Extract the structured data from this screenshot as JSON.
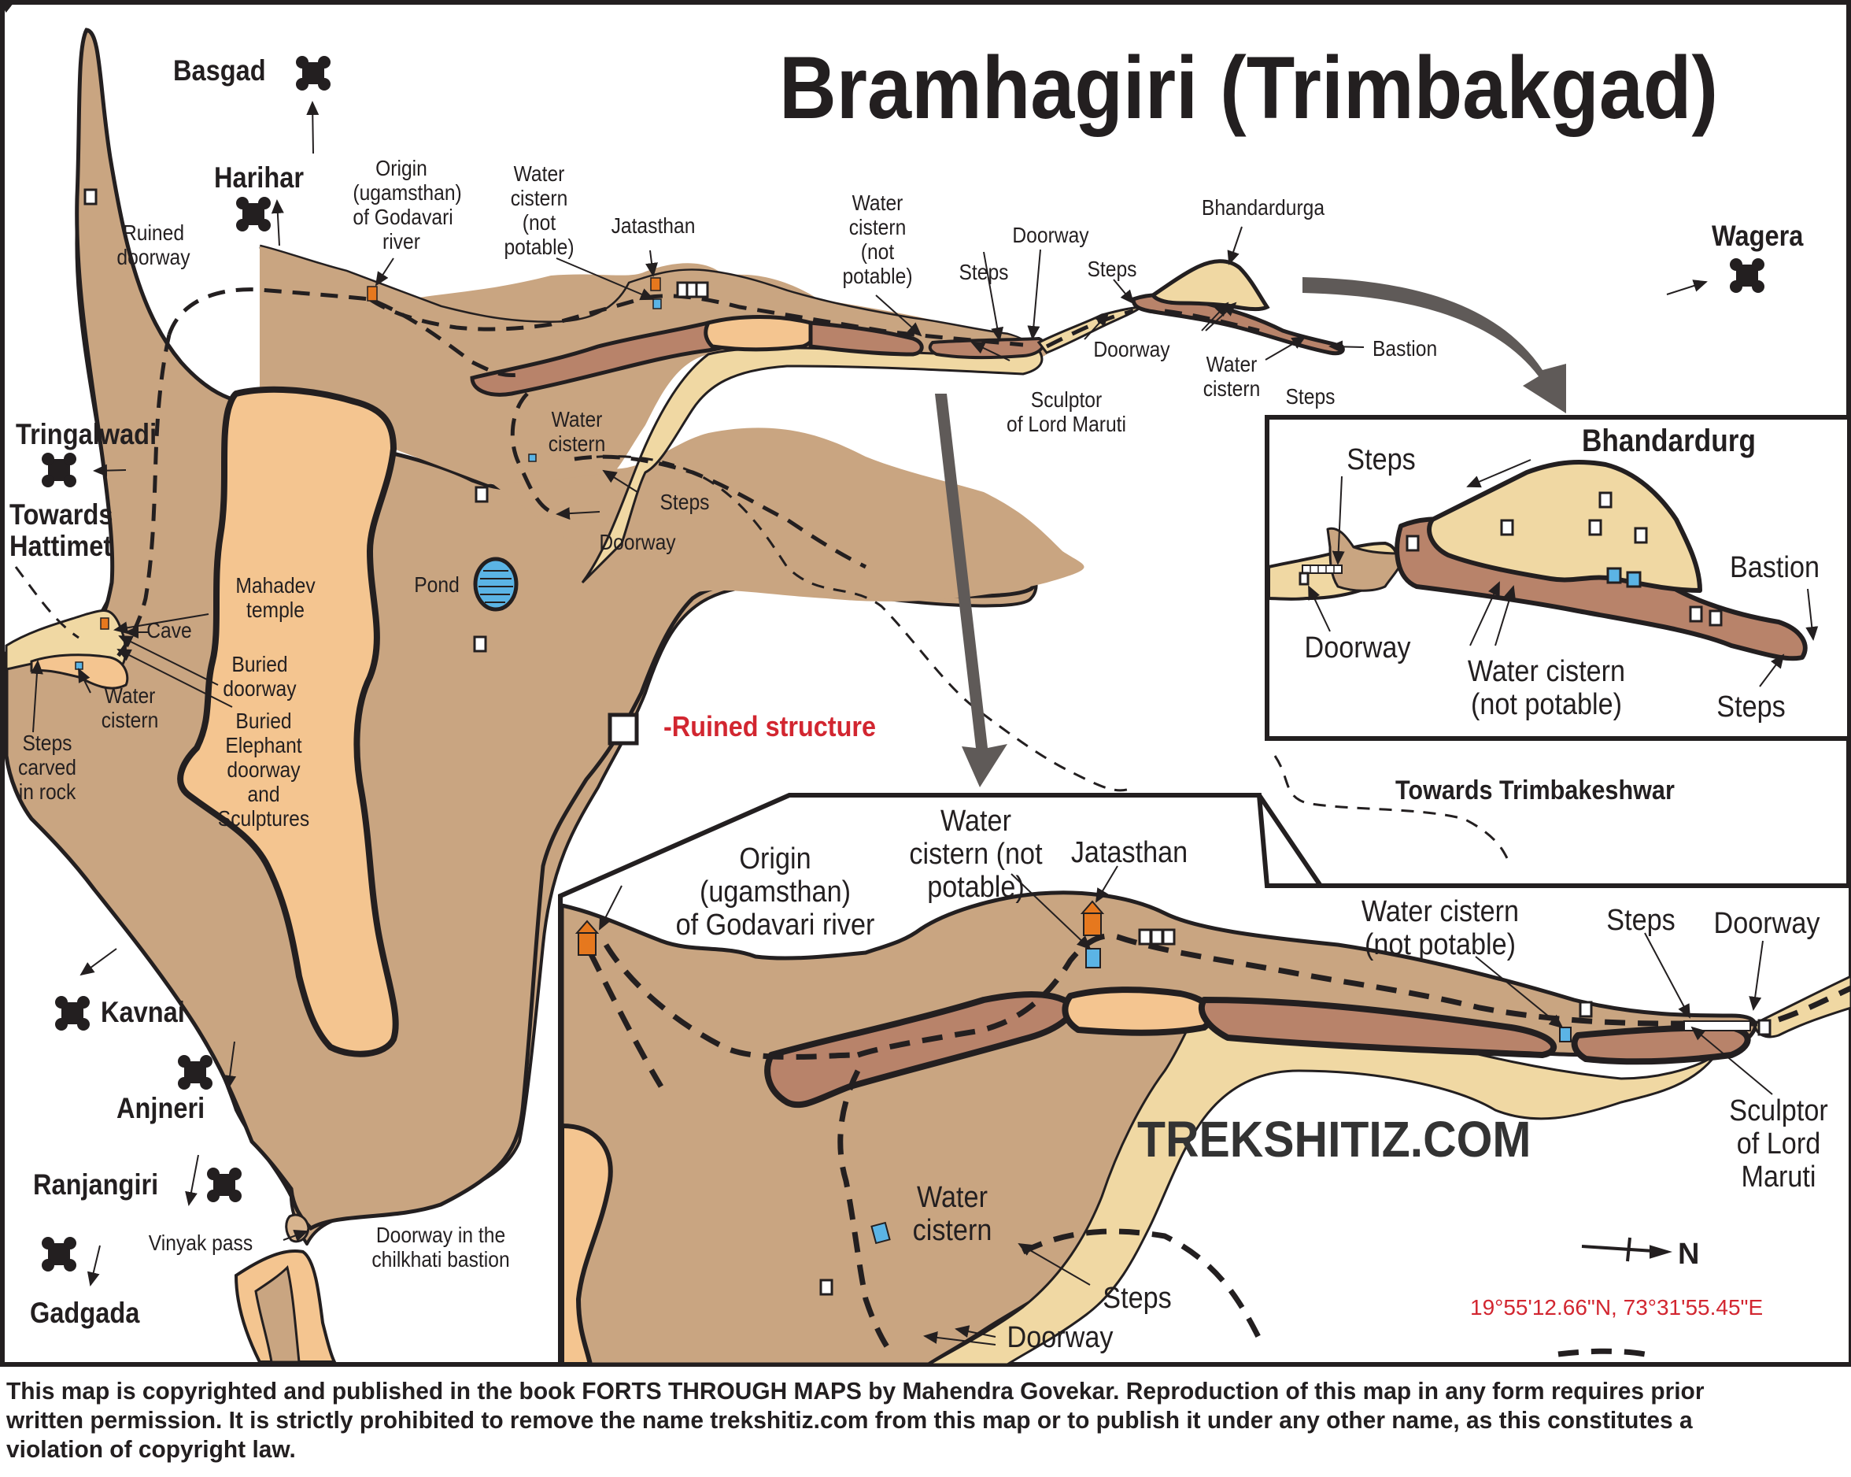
{
  "title": "Bramhagiri (Trimbakgad)",
  "colors": {
    "plateau": "#c9a581",
    "scarp": "#b8836a",
    "peach": "#f4c590",
    "pale": "#f0d8a3",
    "water": "#5bb4e5",
    "temple": "#e6781e",
    "arrow_grey": "#5f5a58",
    "legend_red": "#d22630",
    "outline": "#231f20"
  },
  "forts": {
    "basgad": "Basgad",
    "harihar": "Harihar",
    "tringalwadi": "Tringalwadi",
    "towards_hattimet": "Towards\nHattimet",
    "kavnai": "Kavnai",
    "anjneri": "Anjneri",
    "ranjangiri": "Ranjangiri",
    "gadgada": "Gadgada",
    "wagera": "Wagera"
  },
  "main_map": {
    "labels": {
      "ruined_doorway": "Ruined\ndoorway",
      "origin": "Origin\n(ugamsthan)\nof Godavari\nriver",
      "water_cistern_np_1": "Water\ncistern\n(not\npotable)",
      "jatasthan": "Jatasthan",
      "water_cistern_np_2": "Water\ncistern\n(not\npotable)",
      "doorway_top": "Doorway",
      "steps_1": "Steps",
      "steps_2": "Steps",
      "bhandardurga": "Bhandardurga",
      "doorway_2": "Doorway",
      "water_cistern_bh": "Water\ncistern",
      "steps_bh": "Steps",
      "bastion": "Bastion",
      "sculptor": "Sculptor\nof Lord Maruti",
      "water_cistern_mid": "Water\ncistern",
      "steps_mid": "Steps",
      "doorway_mid": "Doorway",
      "pond": "Pond",
      "mahadev_temple": "Mahadev\ntemple",
      "cave": "Cave",
      "buried_doorway": "Buried\ndoorway",
      "buried_elephant": "Buried\nElephant\ndoorway\nand\nSculptures",
      "water_cistern_left": "Water\ncistern",
      "steps_carved": "Steps\ncarved\nin rock",
      "vinyak_pass": "Vinyak pass",
      "doorway_chilkhati": "Doorway in the\nchilkhati bastion"
    },
    "towards_trimbakeshwar": "Towards Trimbakeshwar"
  },
  "legend": {
    "ruined_structure": "-Ruined structure"
  },
  "inset_bhandardurg": {
    "title": "Bhandardurg",
    "steps_1": "Steps",
    "doorway": "Doorway",
    "water_cistern": "Water cistern\n(not potable)",
    "bastion": "Bastion",
    "steps_2": "Steps"
  },
  "inset_detail": {
    "origin": "Origin\n(ugamsthan)\nof Godavari river",
    "water_cistern_np": "Water\ncistern (not\npotable)",
    "jatasthan": "Jatasthan",
    "water_cistern_np_2": "Water cistern\n(not potable)",
    "steps": "Steps",
    "doorway": "Doorway",
    "sculptor": "Sculptor\nof Lord\nMaruti",
    "water_cistern": "Water\ncistern",
    "steps_2": "Steps",
    "doorway_2": "Doorway"
  },
  "watermark": "TREKSHITIZ.COM",
  "north_label": "N",
  "coordinates": "19°55'12.66\"N, 73°31'55.45\"E",
  "copyright": "This map is copyrighted and published in the book FORTS THROUGH MAPS by Mahendra Govekar. Reproduction of this map in any form requires prior written permission. It is strictly prohibited to remove the name trekshitiz.com from this map or to publish it under any other name, as this constitutes a violation of copyright law."
}
